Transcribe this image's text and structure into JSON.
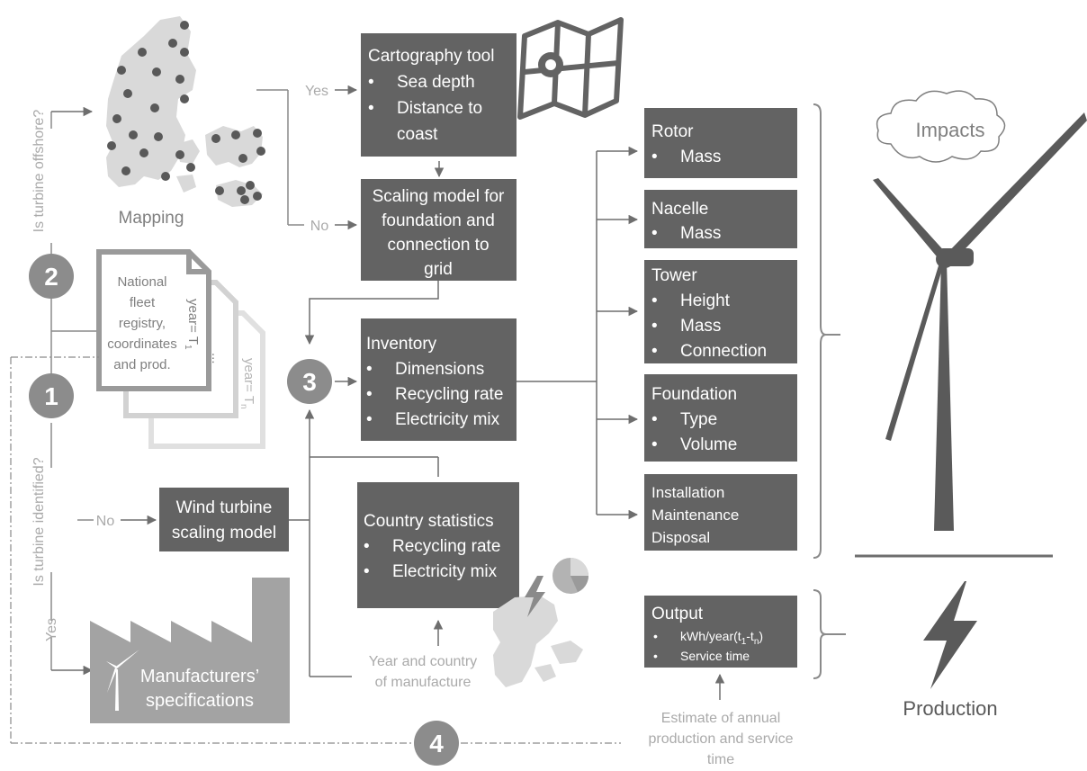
{
  "map_label": "Mapping",
  "question_offshore": "Is turbine offshore?",
  "question_identified": "Is turbine identified?",
  "yes": "Yes",
  "no": "No",
  "steps": [
    "1",
    "2",
    "3",
    "4"
  ],
  "documents": {
    "front_lines": [
      "National",
      "fleet",
      "registry,",
      "coordinates",
      "and prod."
    ],
    "year_1": "year= T",
    "year_1_sub": "1",
    "year_n": "year= T",
    "year_n_sub": "n",
    "ellipsis": "..."
  },
  "cartography": {
    "title": "Cartography tool",
    "items": [
      "Sea depth",
      "Distance to",
      "coast"
    ]
  },
  "scaling_foundation": {
    "lines": [
      "Scaling model for",
      "foundation and",
      "connection to",
      "grid"
    ]
  },
  "inventory": {
    "title": "Inventory",
    "items": [
      "Dimensions",
      "Recycling rate",
      "Electricity mix"
    ]
  },
  "wind_turbine_scaling": {
    "lines": [
      "Wind turbine",
      "scaling model"
    ]
  },
  "country_statistics": {
    "title": "Country statistics",
    "items": [
      "Recycling rate",
      "Electricity mix"
    ]
  },
  "manufacturers": {
    "lines": [
      "Manufacturers’",
      "specifications"
    ]
  },
  "year_country": {
    "lines": [
      "Year and country",
      "of manufacture"
    ]
  },
  "components": {
    "rotor": {
      "title": "Rotor",
      "items": [
        "Mass"
      ]
    },
    "nacelle": {
      "title": "Nacelle",
      "items": [
        "Mass"
      ]
    },
    "tower": {
      "title": "Tower",
      "items": [
        "Height",
        "Mass",
        "Connection"
      ]
    },
    "foundation": {
      "title": "Foundation",
      "items": [
        "Type",
        "Volume"
      ]
    },
    "installation": {
      "lines": [
        "Installation",
        "Maintenance",
        "Disposal"
      ]
    }
  },
  "output": {
    "title": "Output",
    "item1": "kWh/year(t",
    "item1_sub1": "1",
    "item1_mid": "-t",
    "item1_sub2": "n",
    "item1_end": ")",
    "item2": "Service time"
  },
  "estimate": {
    "lines": [
      "Estimate of annual",
      "production and service",
      "time"
    ]
  },
  "impacts_label": "Impacts",
  "production_label": "Production",
  "colors": {
    "box": "#636363",
    "box_text": "#ffffff",
    "arrow": "#6e6e6e",
    "light_text": "#aaaaaa",
    "map_fill": "#d9d9d9",
    "map_dot": "#595959",
    "turbine": "#5a5a5a",
    "circle": "#8c8c8c"
  }
}
